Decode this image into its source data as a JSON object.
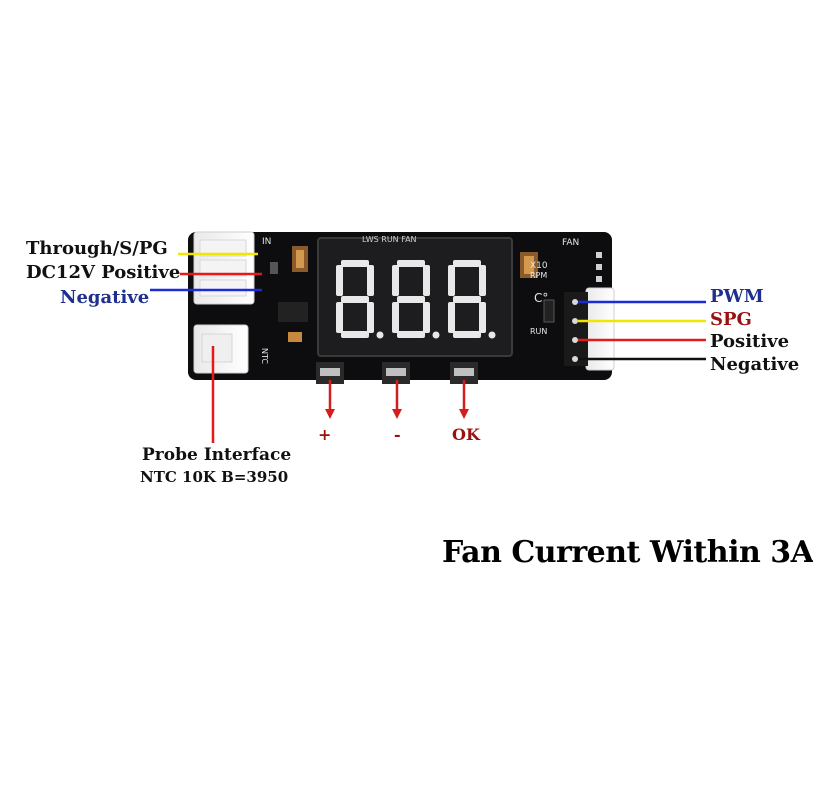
{
  "labels": {
    "through": "Through/S/PG",
    "dc12v": "DC12V Positive",
    "negative_left": "Negative",
    "probe_title": "Probe Interface",
    "probe_spec": "NTC 10K B=3950",
    "pwm": "PWM",
    "spg": "SPG",
    "positive_right": "Positive",
    "negative_right": "Negative",
    "btn_plus": "+",
    "btn_minus": "-",
    "btn_ok": "OK"
  },
  "board": {
    "silk_in": "IN",
    "silk_fan": "FAN",
    "silk_top": "LWS  RUN  FAN",
    "silk_ntc": "NTC",
    "silk_x10": "X10",
    "silk_rpm": "RPM",
    "silk_c": "C°",
    "silk_run": "RUN",
    "display": [
      "8.",
      "8.",
      "8."
    ]
  },
  "title": "Fan Current Within 3A",
  "colors": {
    "pcb": "#0d0d0f",
    "wire_yellow": "#f2e600",
    "wire_red": "#e11a1a",
    "wire_blue": "#1b2bd6",
    "wire_black": "#111111",
    "label_blue": "#1f2f8f",
    "label_red": "#9c1010",
    "arrow_red": "#d41d1d"
  }
}
